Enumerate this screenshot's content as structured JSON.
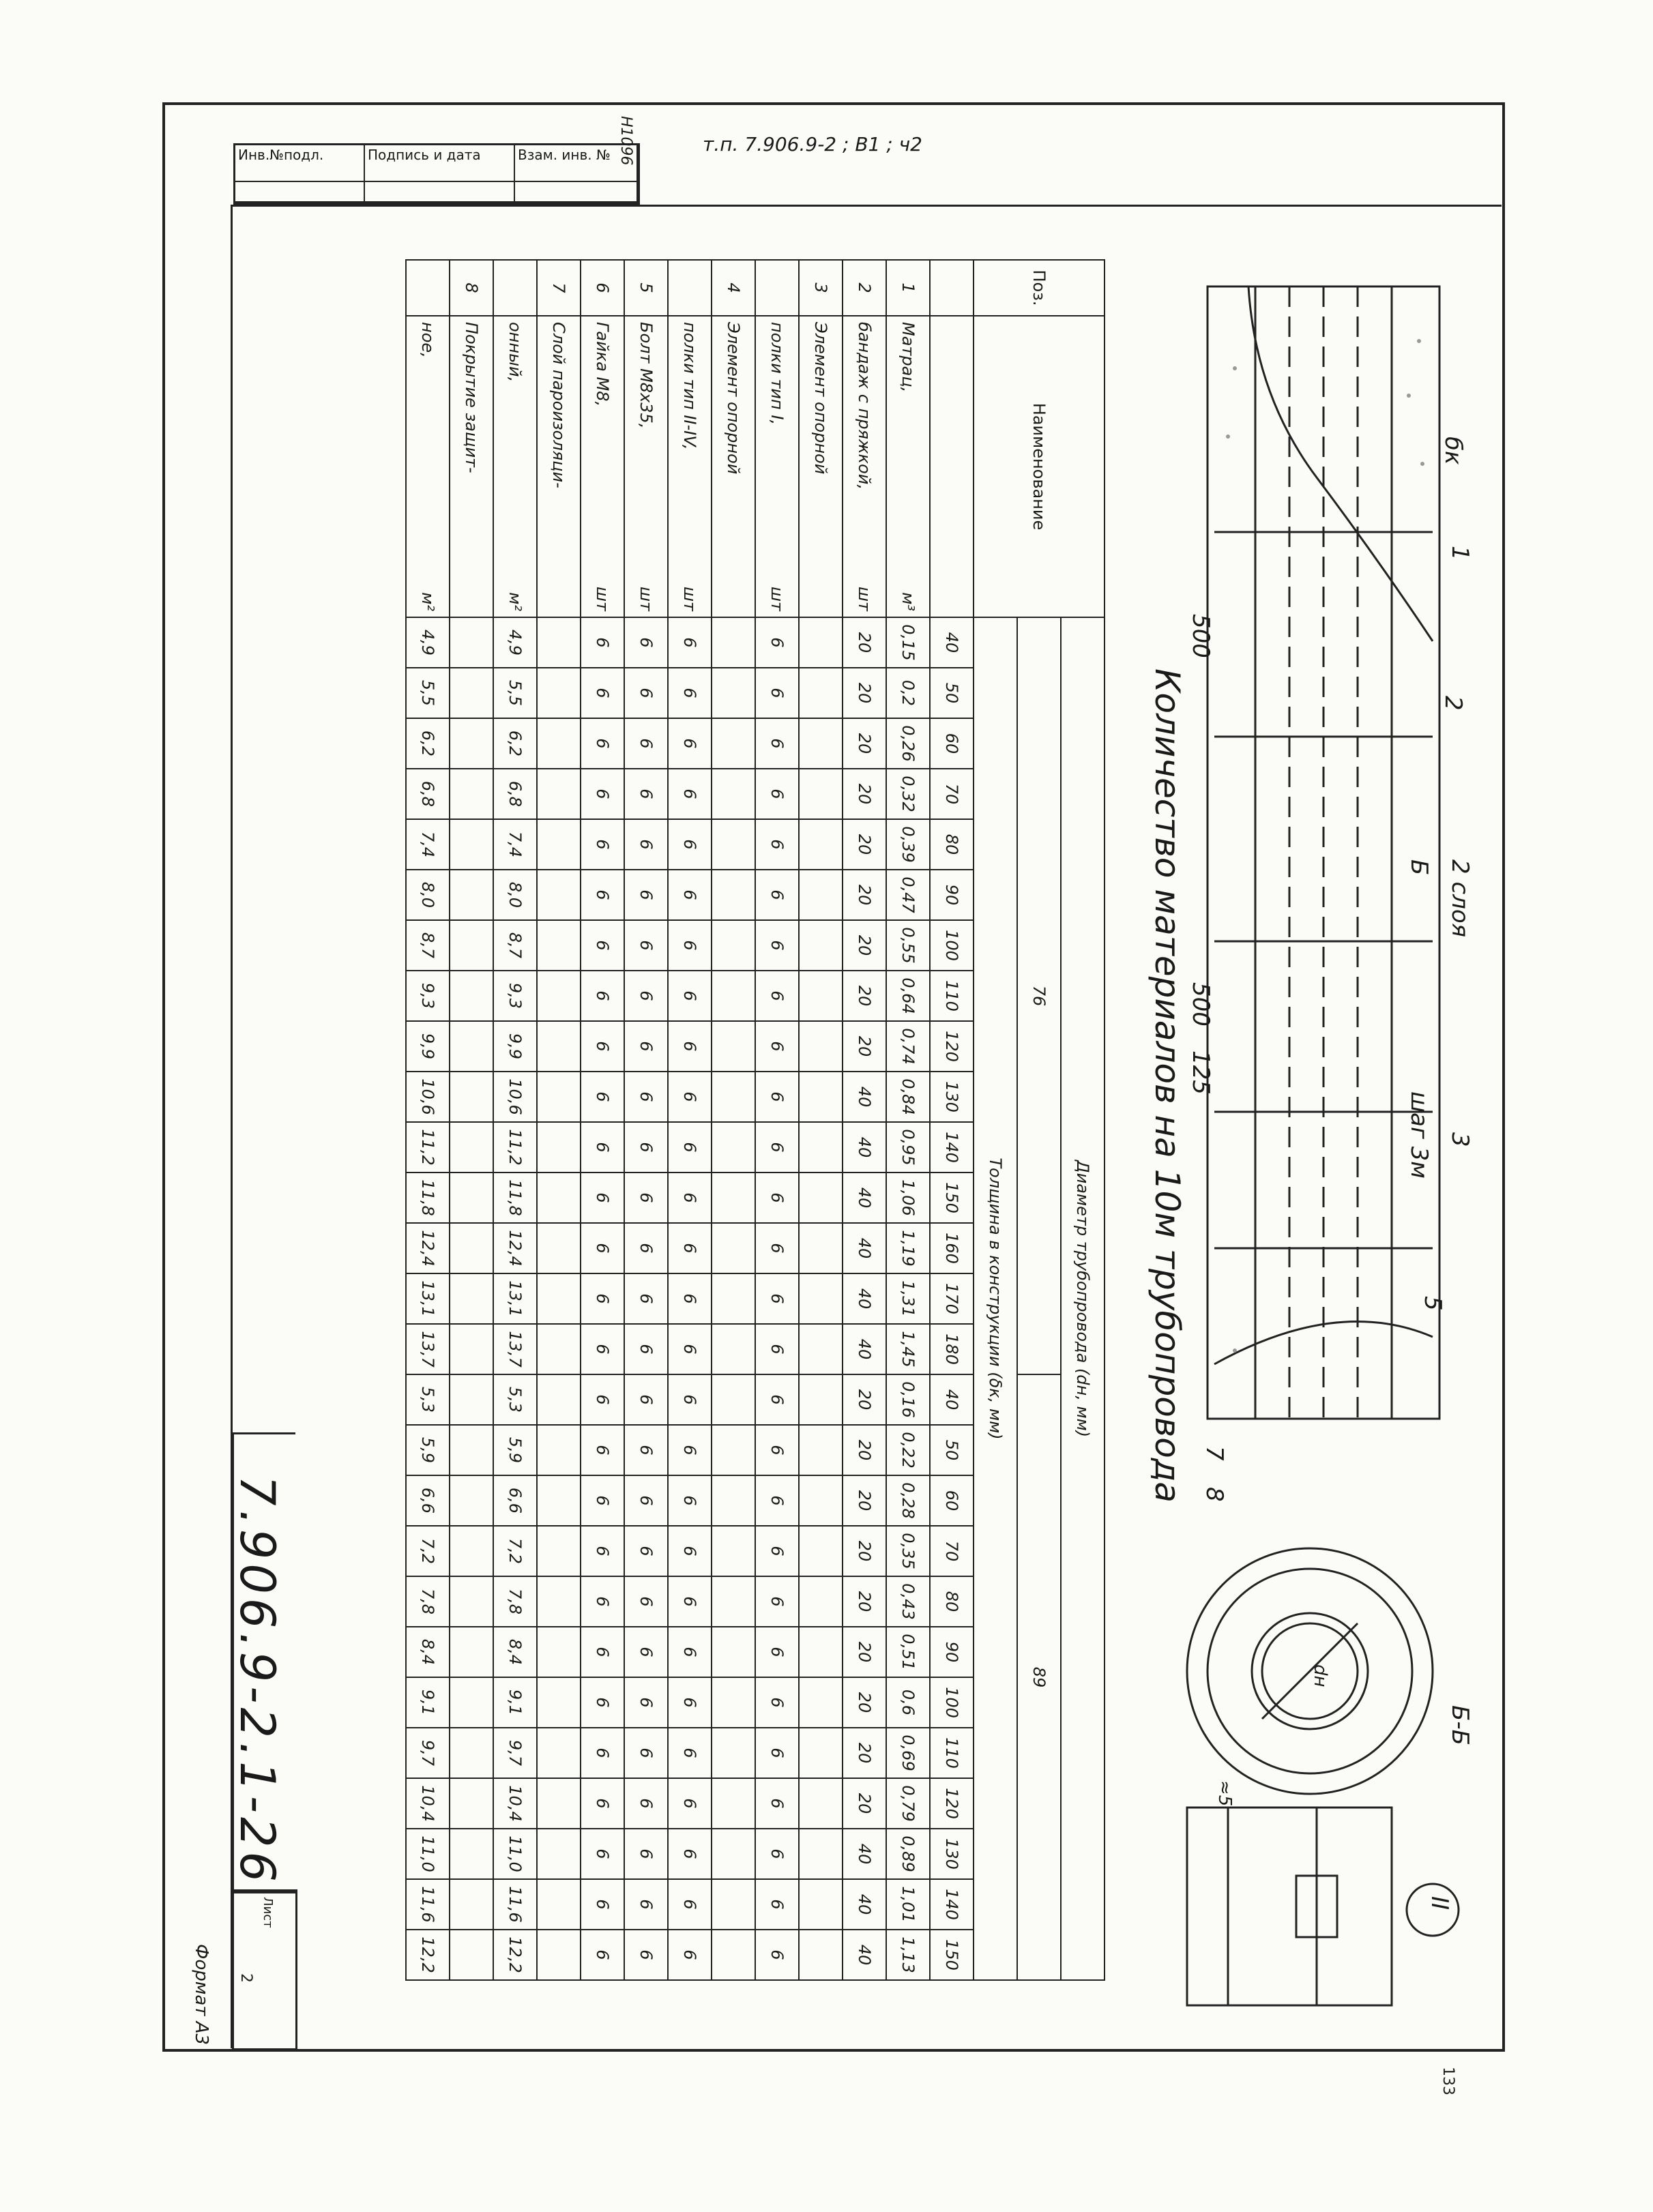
{
  "header": {
    "ref": "т.п. 7.906.9-2 ; В1 ; ч2",
    "inv_number": "Н1096",
    "stamp_cells": [
      "Инв.№подл.",
      "Подпись и дата",
      "Взам. инв. №"
    ]
  },
  "title": "Количество материалов на 10м трубопровода",
  "drawing": {
    "labels": {
      "bk": "бк",
      "callout_1": "1",
      "callout_2": "2",
      "callout_3": "3",
      "callout_5": "5",
      "callout_7": "7",
      "callout_8": "8",
      "two_layers": "2 слоя",
      "step": "шаг 3м",
      "dim_500a": "500",
      "dim_500b": "500",
      "dim_125": "125",
      "section": "Б-Б",
      "cut": "Б",
      "dn": "dн",
      "detail": "II",
      "gap": "≈5"
    }
  },
  "table": {
    "pos_header": "Поз.",
    "name_header": "Наименование",
    "diam_header": "Диаметр трубопровода (dн, мм)",
    "thick_header": "Толщина в конструкции (δк, мм)",
    "diam_groups": [
      "76",
      "89"
    ],
    "thickness": [
      "40",
      "50",
      "60",
      "70",
      "80",
      "90",
      "100",
      "110",
      "120",
      "130",
      "140",
      "150",
      "160",
      "170",
      "180",
      "40",
      "50",
      "60",
      "70",
      "80",
      "90",
      "100",
      "110",
      "120",
      "130",
      "140",
      "150"
    ],
    "rows": [
      {
        "pos": "1",
        "name": "Матрац,",
        "unit": "м³",
        "vals": [
          "0,15",
          "0,2",
          "0,26",
          "0,32",
          "0,39",
          "0,47",
          "0,55",
          "0,64",
          "0,74",
          "0,84",
          "0,95",
          "1,06",
          "1,19",
          "1,31",
          "1,45",
          "0,16",
          "0,22",
          "0,28",
          "0,35",
          "0,43",
          "0,51",
          "0,6",
          "0,69",
          "0,79",
          "0,89",
          "1,01",
          "1,13"
        ]
      },
      {
        "pos": "2",
        "name": "бандаж с пряжкой,",
        "unit": "шт",
        "vals": [
          "20",
          "20",
          "20",
          "20",
          "20",
          "20",
          "20",
          "20",
          "20",
          "40",
          "40",
          "40",
          "40",
          "40",
          "40",
          "20",
          "20",
          "20",
          "20",
          "20",
          "20",
          "20",
          "20",
          "20",
          "40",
          "40",
          "40"
        ]
      },
      {
        "pos": "3",
        "name": "Элемент опорной",
        "unit": "",
        "vals": [
          "",
          "",
          "",
          "",
          "",
          "",
          "",
          "",
          "",
          "",
          "",
          "",
          "",
          "",
          "",
          "",
          "",
          "",
          "",
          "",
          "",
          "",
          "",
          "",
          "",
          "",
          ""
        ]
      },
      {
        "pos": "",
        "name": "полки тип I,",
        "unit": "шт",
        "vals": [
          "6",
          "6",
          "6",
          "6",
          "6",
          "6",
          "6",
          "6",
          "6",
          "6",
          "6",
          "6",
          "6",
          "6",
          "6",
          "6",
          "6",
          "6",
          "6",
          "6",
          "6",
          "6",
          "6",
          "6",
          "6",
          "6",
          "6"
        ]
      },
      {
        "pos": "4",
        "name": "Элемент опорной",
        "unit": "",
        "vals": [
          "",
          "",
          "",
          "",
          "",
          "",
          "",
          "",
          "",
          "",
          "",
          "",
          "",
          "",
          "",
          "",
          "",
          "",
          "",
          "",
          "",
          "",
          "",
          "",
          "",
          "",
          ""
        ]
      },
      {
        "pos": "",
        "name": "полки тип II-IV,",
        "unit": "шт",
        "vals": [
          "6",
          "6",
          "6",
          "6",
          "6",
          "6",
          "6",
          "6",
          "6",
          "6",
          "6",
          "6",
          "6",
          "6",
          "6",
          "6",
          "6",
          "6",
          "6",
          "6",
          "6",
          "6",
          "6",
          "6",
          "6",
          "6",
          "6"
        ]
      },
      {
        "pos": "5",
        "name": "Болт М8х35,",
        "unit": "шт",
        "vals": [
          "6",
          "6",
          "6",
          "6",
          "6",
          "6",
          "6",
          "6",
          "6",
          "6",
          "6",
          "6",
          "6",
          "6",
          "6",
          "6",
          "6",
          "6",
          "6",
          "6",
          "6",
          "6",
          "6",
          "6",
          "6",
          "6",
          "6"
        ]
      },
      {
        "pos": "6",
        "name": "Гайка М8,",
        "unit": "шт",
        "vals": [
          "6",
          "6",
          "6",
          "6",
          "6",
          "6",
          "6",
          "6",
          "6",
          "6",
          "6",
          "6",
          "6",
          "6",
          "6",
          "6",
          "6",
          "6",
          "6",
          "6",
          "6",
          "6",
          "6",
          "6",
          "6",
          "6",
          "6"
        ]
      },
      {
        "pos": "7",
        "name": "Слой пароизоляци-",
        "unit": "",
        "vals": [
          "",
          "",
          "",
          "",
          "",
          "",
          "",
          "",
          "",
          "",
          "",
          "",
          "",
          "",
          "",
          "",
          "",
          "",
          "",
          "",
          "",
          "",
          "",
          "",
          "",
          "",
          ""
        ]
      },
      {
        "pos": "",
        "name": "онный,",
        "unit": "м²",
        "vals": [
          "4,9",
          "5,5",
          "6,2",
          "6,8",
          "7,4",
          "8,0",
          "8,7",
          "9,3",
          "9,9",
          "10,6",
          "11,2",
          "11,8",
          "12,4",
          "13,1",
          "13,7",
          "5,3",
          "5,9",
          "6,6",
          "7,2",
          "7,8",
          "8,4",
          "9,1",
          "9,7",
          "10,4",
          "11,0",
          "11,6",
          "12,2"
        ]
      },
      {
        "pos": "8",
        "name": "Покрытие защит-",
        "unit": "",
        "vals": [
          "",
          "",
          "",
          "",
          "",
          "",
          "",
          "",
          "",
          "",
          "",
          "",
          "",
          "",
          "",
          "",
          "",
          "",
          "",
          "",
          "",
          "",
          "",
          "",
          "",
          "",
          ""
        ]
      },
      {
        "pos": "",
        "name": "ное,",
        "unit": "м²",
        "vals": [
          "4,9",
          "5,5",
          "6,2",
          "6,8",
          "7,4",
          "8,0",
          "8,7",
          "9,3",
          "9,9",
          "10,6",
          "11,2",
          "11,8",
          "12,4",
          "13,1",
          "13,7",
          "5,3",
          "5,9",
          "6,6",
          "7,2",
          "7,8",
          "8,4",
          "9,1",
          "9,7",
          "10,4",
          "11,0",
          "11,6",
          "12,2"
        ]
      }
    ]
  },
  "doc_number": "7.906.9-2.1-26",
  "sheet_label": "Лист",
  "sheet_number": "2",
  "format": "Формат А3",
  "page_number": "133"
}
